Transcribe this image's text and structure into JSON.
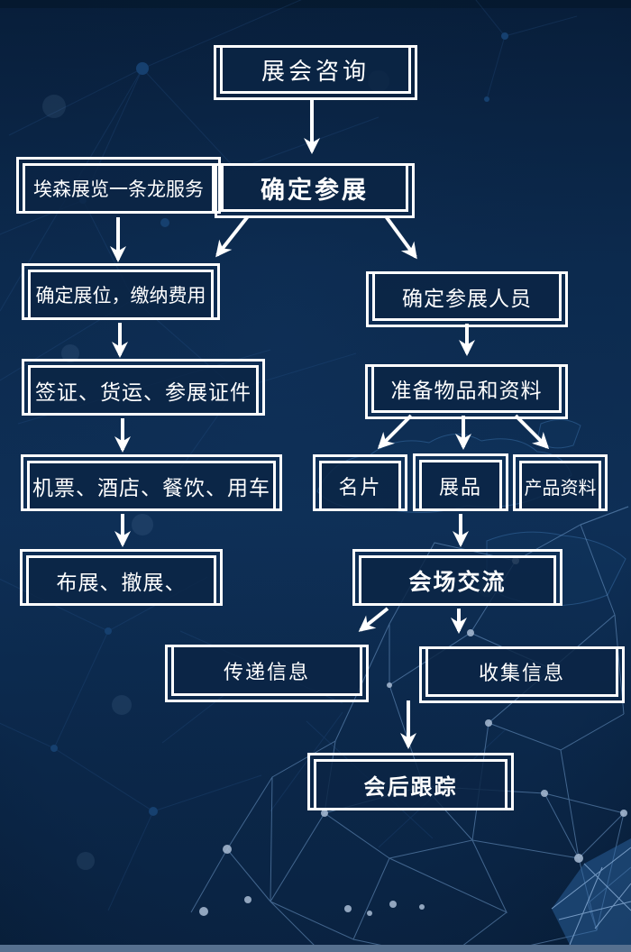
{
  "flowchart": {
    "nodes": [
      {
        "label": "展会咨询"
      },
      {
        "label": "埃森展览一条龙服务"
      },
      {
        "label": "确定参展"
      },
      {
        "label": "确定展位，缴纳费用"
      },
      {
        "label": "签证、货运、参展证件"
      },
      {
        "label": "机票、酒店、餐饮、用车"
      },
      {
        "label": "布展、撤展、"
      },
      {
        "label": "确定参展人员"
      },
      {
        "label": "准备物品和资料"
      },
      {
        "label": "名片"
      },
      {
        "label": "展品"
      },
      {
        "label": "产品资料"
      },
      {
        "label": "会场交流"
      },
      {
        "label": "传递信息"
      },
      {
        "label": "收集信息"
      },
      {
        "label": "会后跟踪"
      }
    ],
    "edges": [
      {
        "from": "展会咨询",
        "to": "确定参展"
      },
      {
        "from": "埃森展览一条龙服务",
        "to": "确定展位，缴纳费用"
      },
      {
        "from": "确定参展",
        "to": "确定展位，缴纳费用"
      },
      {
        "from": "确定参展",
        "to": "确定参展人员"
      },
      {
        "from": "确定展位，缴纳费用",
        "to": "签证、货运、参展证件"
      },
      {
        "from": "签证、货运、参展证件",
        "to": "机票、酒店、餐饮、用车"
      },
      {
        "from": "机票、酒店、餐饮、用车",
        "to": "布展、撤展、"
      },
      {
        "from": "确定参展人员",
        "to": "准备物品和资料"
      },
      {
        "from": "准备物品和资料",
        "to": "名片"
      },
      {
        "from": "准备物品和资料",
        "to": "展品"
      },
      {
        "from": "准备物品和资料",
        "to": "产品资料"
      },
      {
        "from": "展品",
        "to": "会场交流"
      },
      {
        "from": "会场交流",
        "to": "传递信息"
      },
      {
        "from": "会场交流",
        "to": "收集信息"
      },
      {
        "from": "传递信息/收集信息",
        "to": "会后跟踪"
      }
    ],
    "colors": {
      "background": "#0c2a4e",
      "box_fill": "#0b2444",
      "box_border": "#ffffff",
      "text": "#ffffff",
      "mesh_line": "#7aa6d6",
      "bottom_bar": "#56708f"
    }
  }
}
